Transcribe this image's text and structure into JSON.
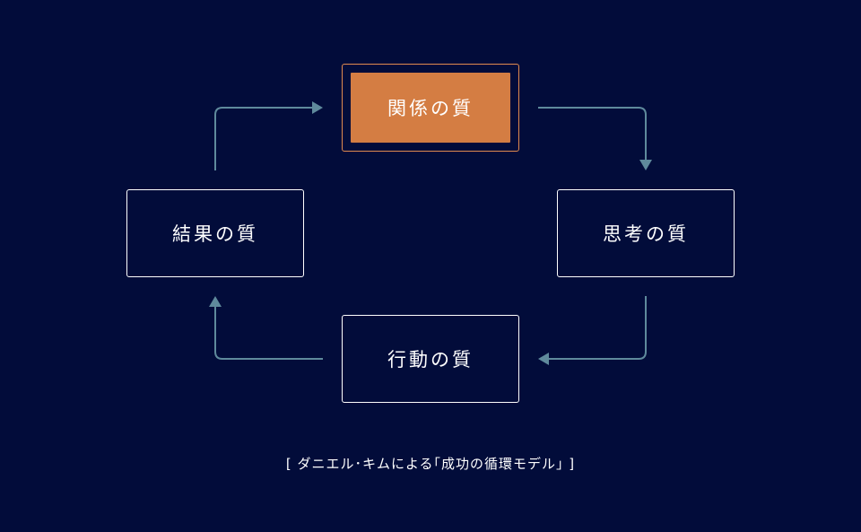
{
  "diagram": {
    "nodes": {
      "relationship": "関係の質",
      "thinking": "思考の質",
      "action": "行動の質",
      "result": "結果の質"
    },
    "caption": "[ ダニエル･キムによる｢成功の循環モデル｣ ]"
  },
  "colors": {
    "background": "#020c3a",
    "highlight": "#d47d43",
    "highlight_border": "#e08a4f",
    "arrow": "#5f8a9c",
    "text": "#ffffff"
  }
}
